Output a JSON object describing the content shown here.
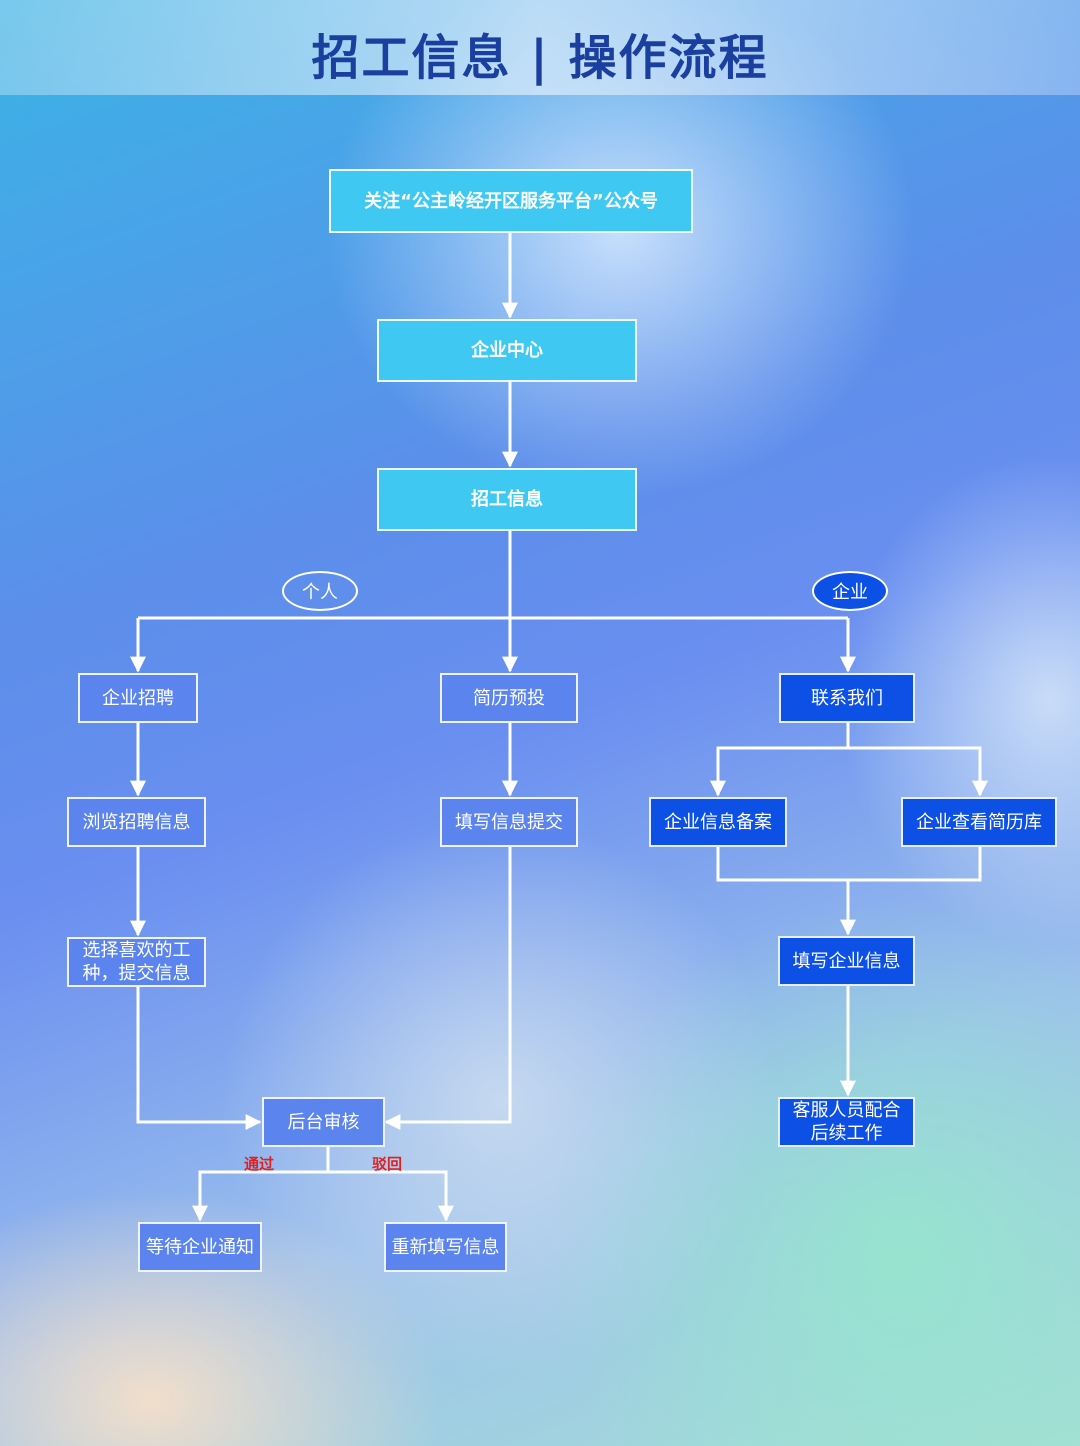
{
  "title": "招工信息 | 操作流程",
  "nodes": {
    "follow": "关注“公主岭经开区服务平台”公众号",
    "enterprise_center": "企业中心",
    "job_info": "招工信息",
    "personal": "个人",
    "enterprise": "企业",
    "company_recruit": "企业招聘",
    "browse_jobs": "浏览招聘信息",
    "choose_job": "选择喜欢的工种，提交信息",
    "resume_submit": "简历预投",
    "fill_submit": "填写信息提交",
    "contact_us": "联系我们",
    "company_filing": "企业信息备案",
    "view_resumes": "企业查看简历库",
    "fill_company_info": "填写企业信息",
    "customer_service": "客服人员配合后续工作",
    "review": "后台审核",
    "wait_notice": "等待企业通知",
    "refill": "重新填写信息"
  },
  "edge_labels": {
    "pass": "通过",
    "reject": "驳回"
  }
}
